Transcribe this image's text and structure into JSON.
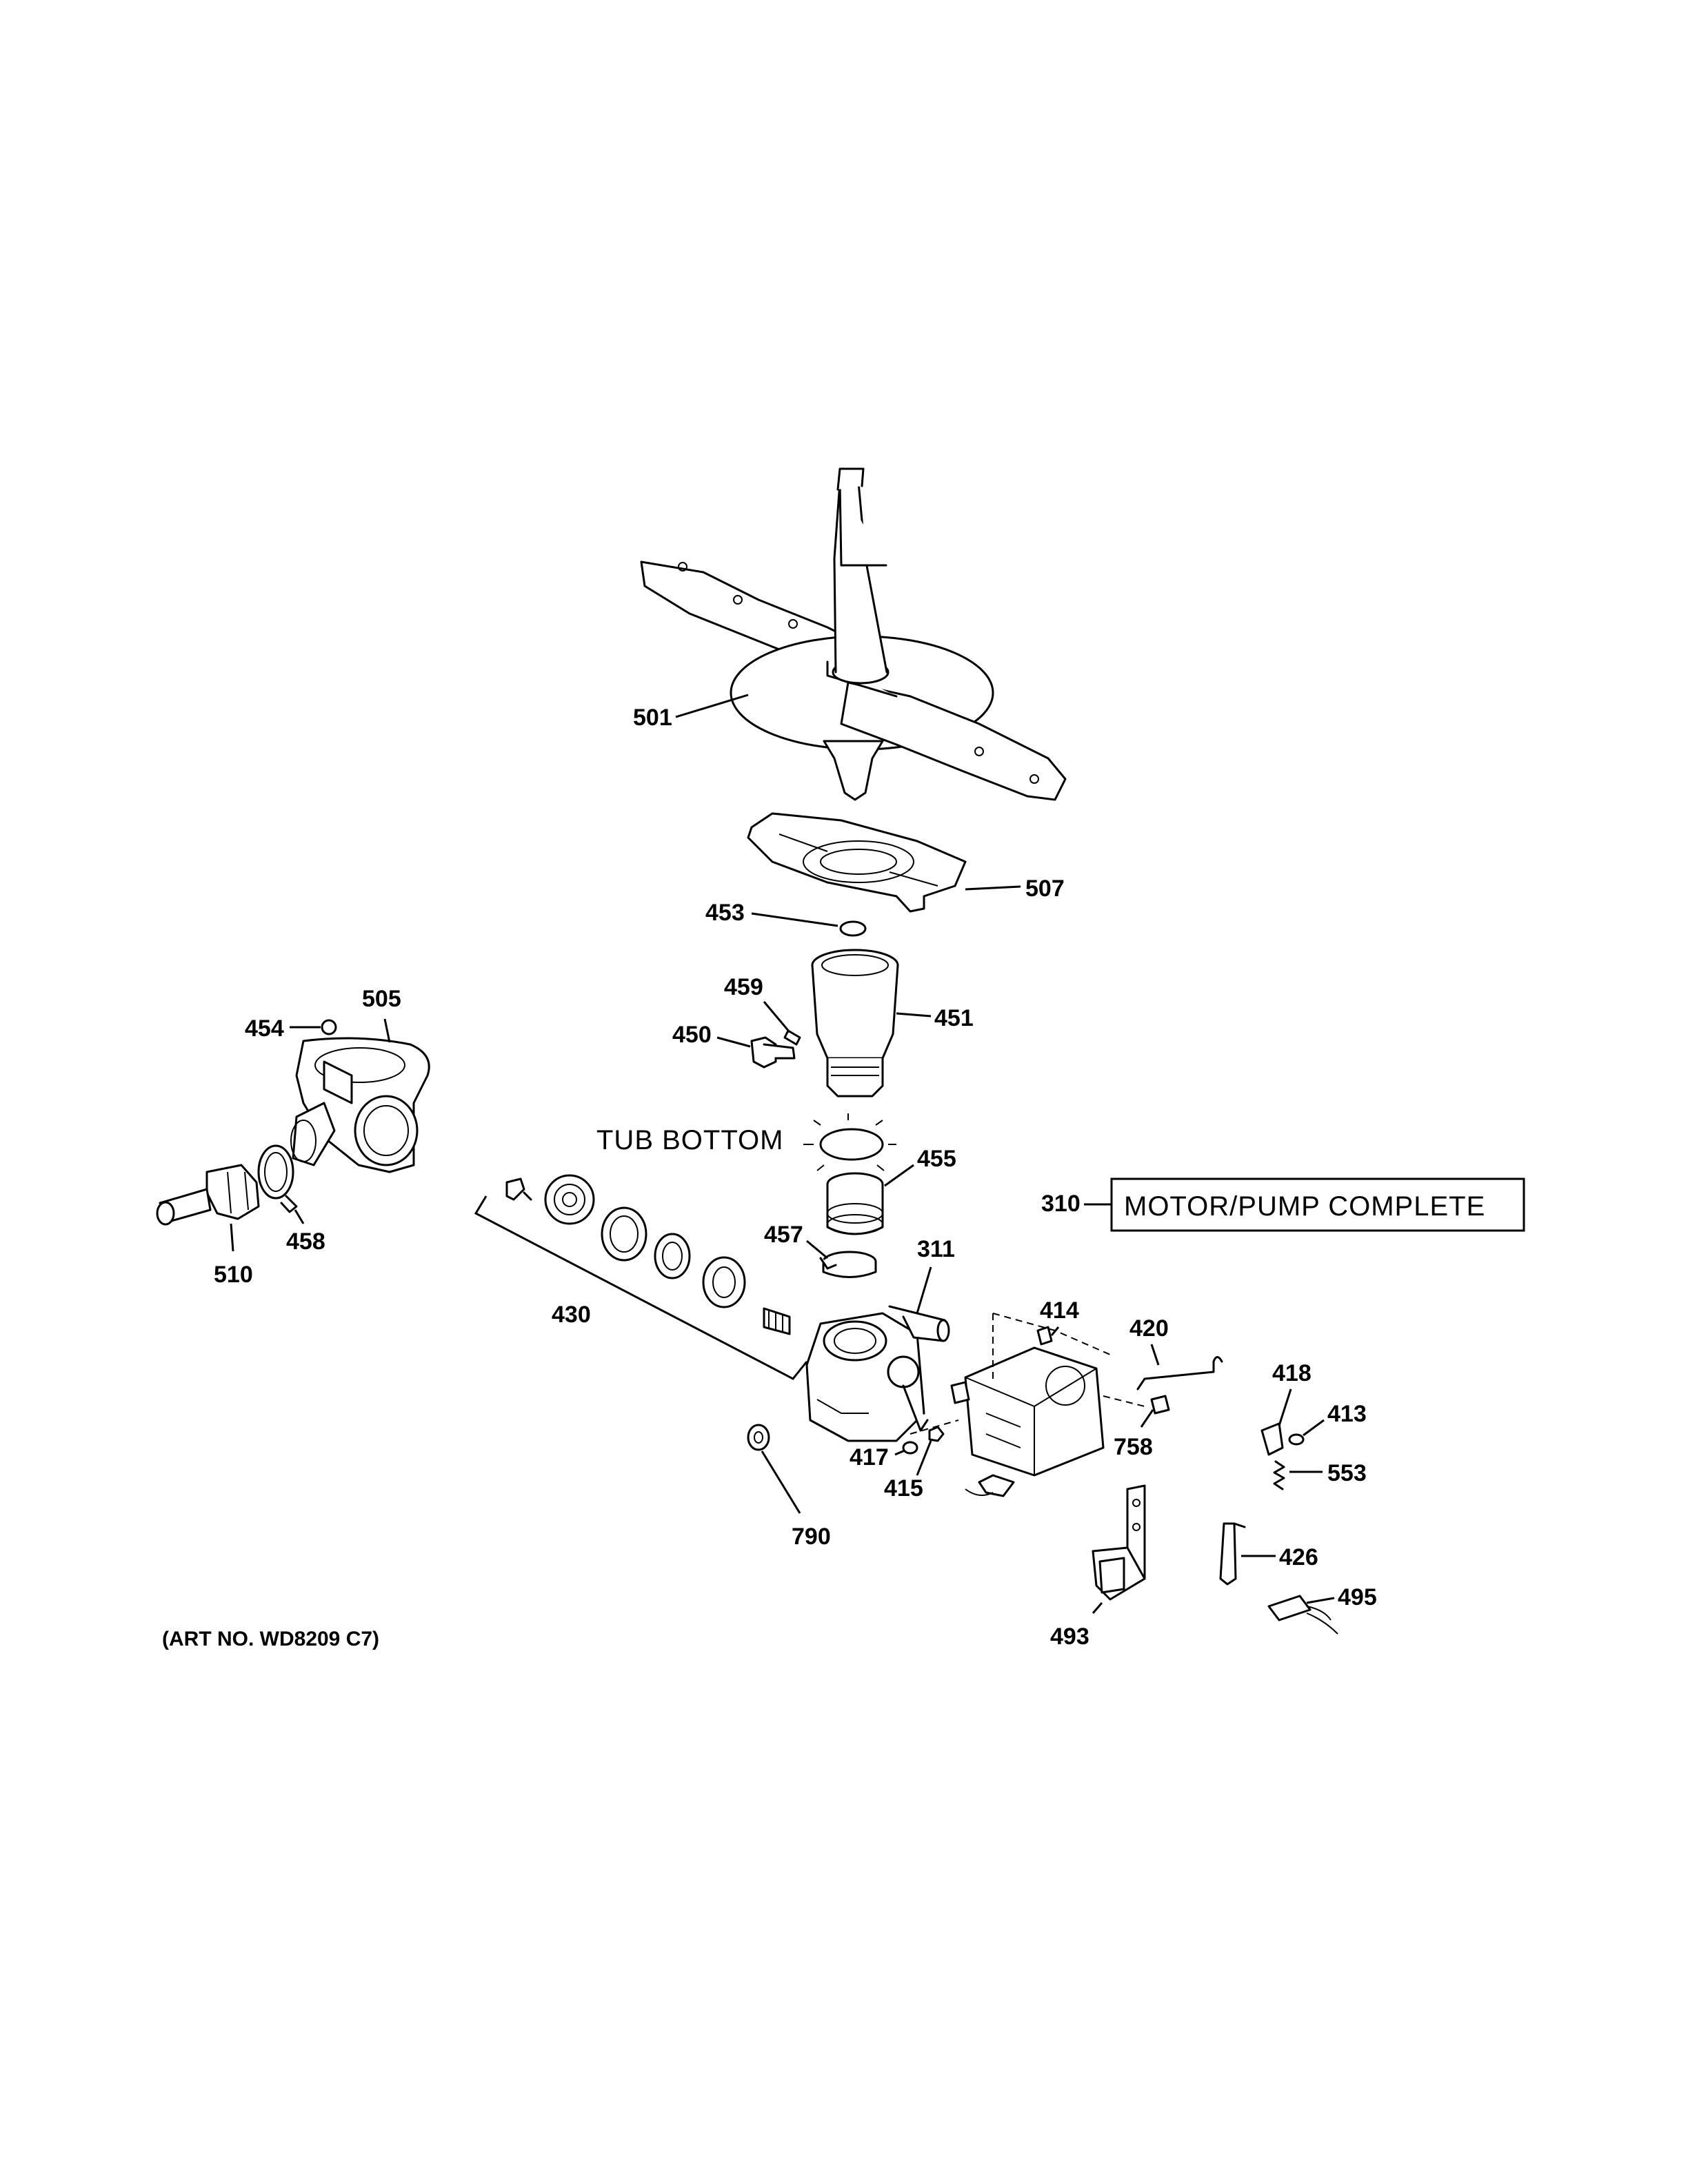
{
  "diagram": {
    "tub_label": "TUB BOTTOM",
    "assembly": {
      "number": "310",
      "label": "MOTOR/PUMP COMPLETE"
    },
    "art_number": "(ART NO. WD8209 C7)",
    "callouts": {
      "c501": "501",
      "c507": "507",
      "c453": "453",
      "c459": "459",
      "c450": "450",
      "c451": "451",
      "c454": "454",
      "c505": "505",
      "c455": "455",
      "c457": "457",
      "c311": "311",
      "c458": "458",
      "c510": "510",
      "c430": "430",
      "c414": "414",
      "c420": "420",
      "c418": "418",
      "c413": "413",
      "c553": "553",
      "c758": "758",
      "c417": "417",
      "c415": "415",
      "c790": "790",
      "c426": "426",
      "c495": "495",
      "c493": "493"
    }
  }
}
